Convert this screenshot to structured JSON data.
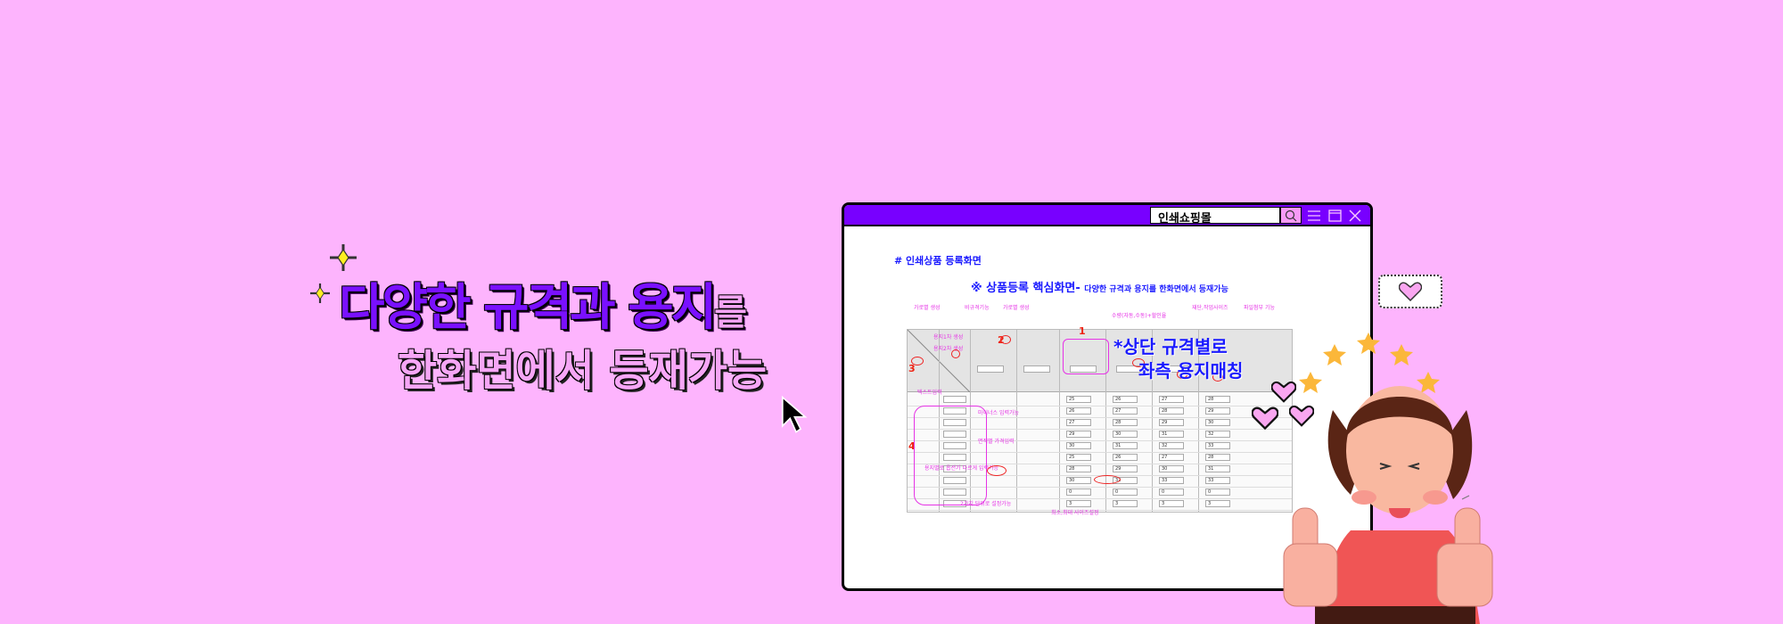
{
  "headline": {
    "line1_main": "다양한 규격과 용지",
    "line1_suffix": "를",
    "line2": "한화면에서 등재가능"
  },
  "window": {
    "search_value": "인쇄쇼핑몰",
    "icons": [
      "search-icon",
      "menu-icon",
      "maximize-icon",
      "close-icon"
    ],
    "section_title": "# 인쇄상품 등록화면",
    "subtitle_main": "※ 상품등록 핵심화면-",
    "subtitle_desc": "다양한 규격과 용지를 한화면에서 등재가능",
    "overlay_line1": "*상단 규격별로",
    "overlay_line2": "좌측 용지매칭",
    "markers": [
      "1",
      "2",
      "3",
      "4"
    ],
    "annotations": [
      "가로별 생성",
      "비규격기능",
      "가로별 생성",
      "수량(자동,수동)+할인율",
      "재단,작업사이즈",
      "파일첨부 기능",
      "용지1차 생성",
      "용지2차 생성",
      "텍스트입력",
      "마이너스 입력가능",
      "면적별 가격입력",
      "용지별로 옵션가 다르게 입력가능",
      "2가지 단위로 설정가능",
      "최소,최대 사이즈설정"
    ],
    "table_rows": [
      [
        "25",
        "26",
        "27",
        "28"
      ],
      [
        "26",
        "27",
        "28",
        "29"
      ],
      [
        "27",
        "28",
        "29",
        "30"
      ],
      [
        "29",
        "30",
        "31",
        "32"
      ],
      [
        "30",
        "31",
        "32",
        "33"
      ],
      [
        "25",
        "26",
        "27",
        "28"
      ],
      [
        "28",
        "29",
        "30",
        "31"
      ],
      [
        "30",
        "32",
        "33",
        "33"
      ],
      [
        "0",
        "0",
        "0",
        "0"
      ],
      [
        "3",
        "3",
        "3",
        "3"
      ]
    ]
  },
  "colors": {
    "background": "#fdb4fd",
    "accent": "#7800ff",
    "annotation": "#e633e6",
    "marker": "#ee2211",
    "overlay": "#1a1aff"
  }
}
